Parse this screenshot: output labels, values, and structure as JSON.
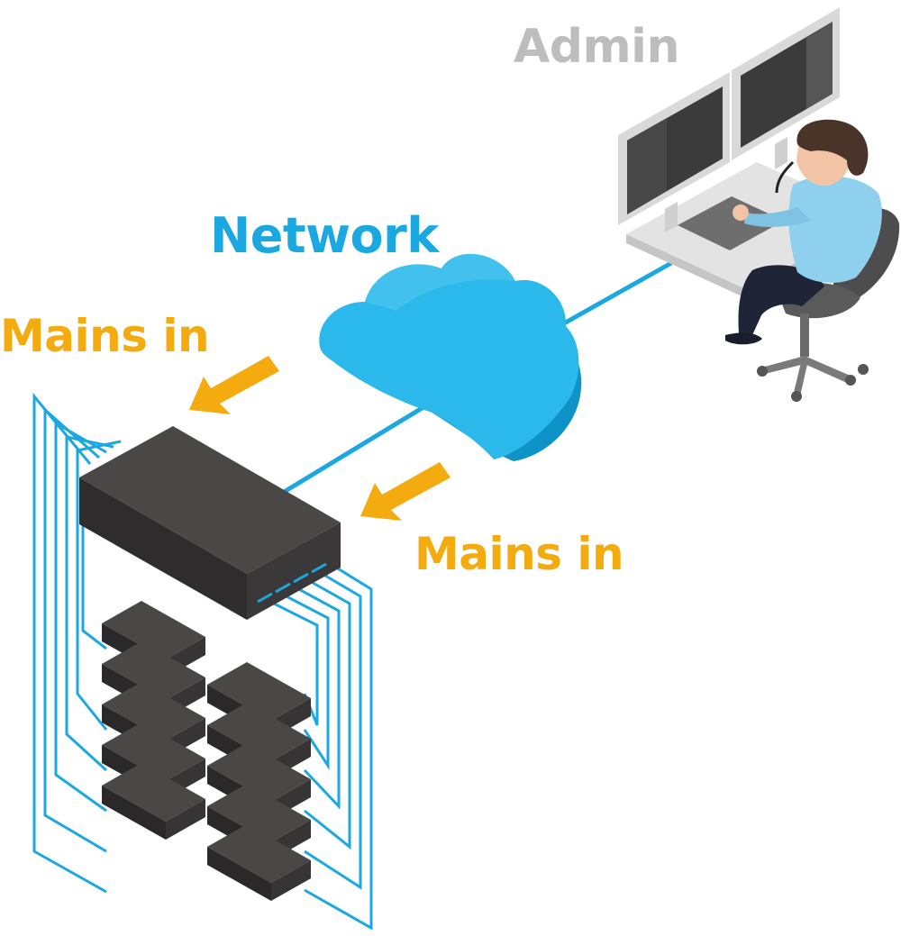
{
  "labels": {
    "admin": "Admin",
    "network": "Network",
    "mains_in_left": "Mains in",
    "mains_in_right": "Mains in"
  },
  "colors": {
    "network_blue": "#1ba8e0",
    "cloud_light": "#2bb8ea",
    "cloud_dark": "#0e93c9",
    "arrow_orange": "#f3ab0f",
    "admin_gray": "#bdbdbd",
    "device_top": "#4a4747",
    "device_front": "#2e2c2c",
    "monitor_frame": "#d9d9d9",
    "screen": "#3b3b3b",
    "shirt": "#8fd0ee",
    "chair": "#5a5a5a"
  },
  "icons": {
    "cloud": "cloud-icon",
    "switch": "network-switch-icon",
    "receivers": "receiver-unit-icon",
    "workstation": "admin-workstation-icon",
    "arrows": "arrow-icon"
  }
}
